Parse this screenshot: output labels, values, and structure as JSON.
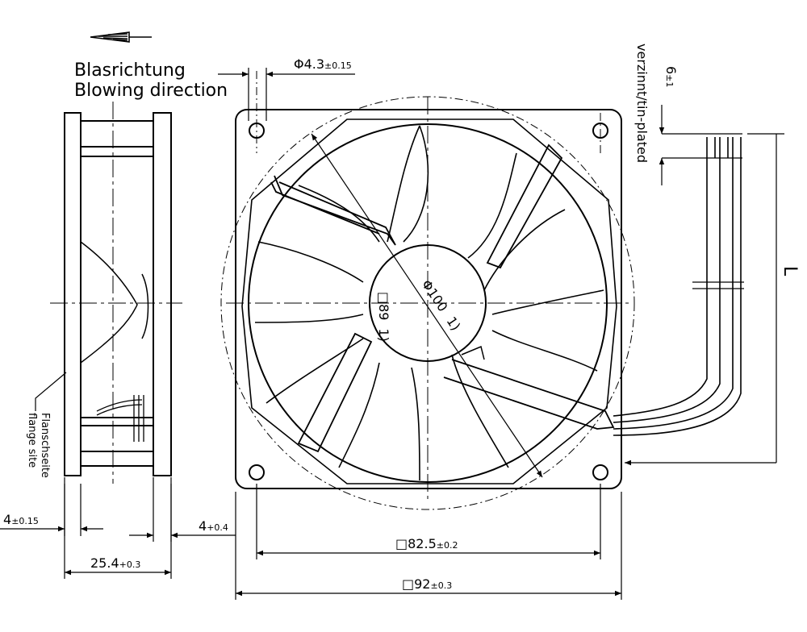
{
  "blowing": {
    "de": "Blasrichtung",
    "en": "Blowing direction"
  },
  "side_view": {
    "flange_de": "Flanschseite",
    "flange_en": "flange site",
    "dim_depth_main": "25.4",
    "dim_depth_tol": "+0.3",
    "dim_left_main": "4",
    "dim_left_tol": "±0.15",
    "dim_right_main": "4",
    "dim_right_tol": "+0.4"
  },
  "front_view": {
    "hole_main": "Φ4.3",
    "hole_tol": "±0.15",
    "outer_main": "□92",
    "outer_tol": "±0.3",
    "pitch_main": "□82.5",
    "pitch_tol": "±0.2",
    "diameter_label": "Φ100",
    "diameter_note": "1)",
    "square_label": "□89",
    "square_note": "1)"
  },
  "leads": {
    "tin_plated": "verzinnt/tin-plated",
    "strip_main": "6",
    "strip_tol": "±1",
    "length_label": "L"
  }
}
